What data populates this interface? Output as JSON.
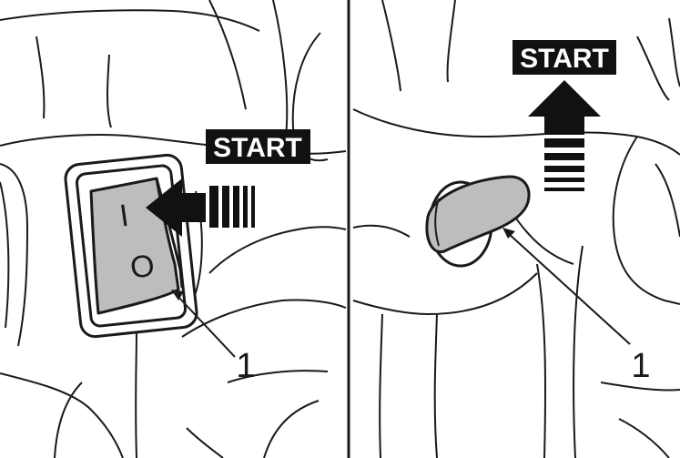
{
  "panels": [
    {
      "id": "left",
      "start_label": "START",
      "switch_mark_on": "I",
      "switch_mark_off": "O",
      "callout": "1",
      "switch_type": "rocker",
      "arrow_direction": "left"
    },
    {
      "id": "right",
      "start_label": "START",
      "callout": "1",
      "switch_type": "toggle-lever",
      "arrow_direction": "up"
    }
  ],
  "colors": {
    "line": "#1a1a1a",
    "switch_fill": "#bdbdbd",
    "label_bg": "#111111",
    "label_text": "#ffffff"
  }
}
